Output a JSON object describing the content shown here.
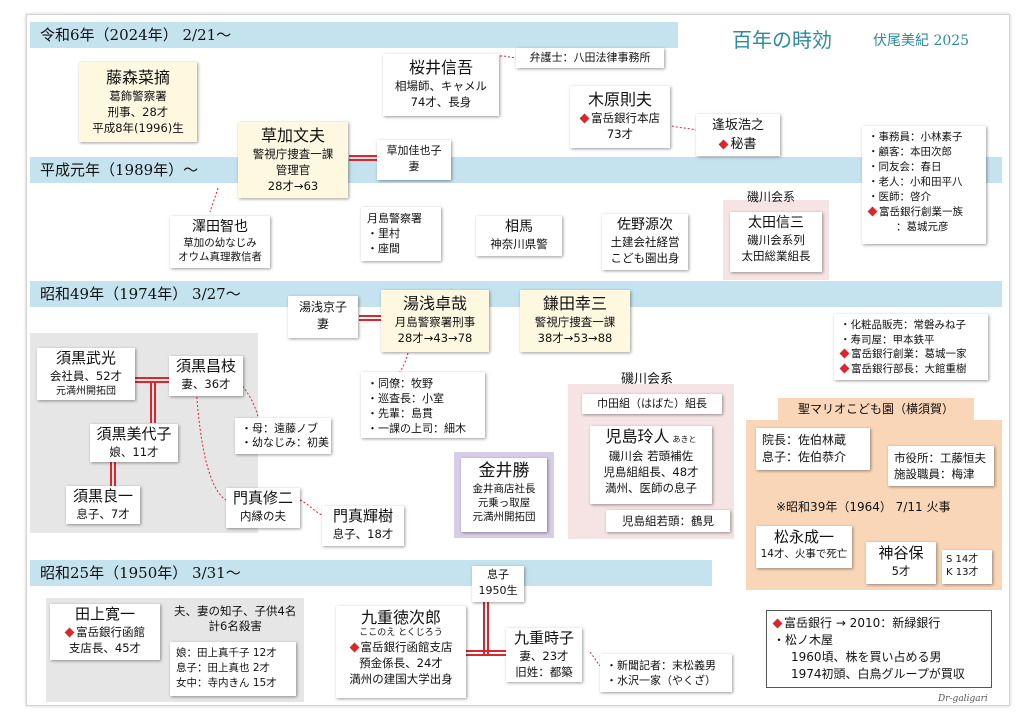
{
  "header": {
    "title": "百年の時効",
    "author": "伏尾美紀  2025",
    "signature": "Dr-galigari"
  },
  "eras": {
    "reiwa": "令和6年（2024年） 2/21〜",
    "heisei": "平成元年（1989年）〜",
    "showa49": "昭和49年（1974年） 3/27〜",
    "showa25": "昭和25年（1950年） 3/31〜"
  },
  "fujimori": {
    "name": "藤森菜摘",
    "l1": "葛飾警察署",
    "l2": "刑事、28才",
    "l3": "平成8年(1996)生"
  },
  "sakurai": {
    "name": "桜井信吾",
    "l1": "相場師、キャメル",
    "l2": "74才、長身"
  },
  "bengoshi": "弁護士：八田法律事務所",
  "kihara": {
    "name": "木原則夫",
    "l1": "富岳銀行本店",
    "l2": "73才"
  },
  "aisaka": {
    "name": "逢坂浩之",
    "l1": "秘書"
  },
  "kusaka": {
    "name": "草加文夫",
    "l1": "警視庁捜査一課",
    "l2": "管理官",
    "l3": "28才→63"
  },
  "kusaka_wife": {
    "l1": "草加佳也子",
    "l2": "妻"
  },
  "tsumura": {
    "name": "澤田智也",
    "l1": "草加の幼なじみ",
    "l2": "オウム真理教信者"
  },
  "tsukishima": {
    "l1": "月島警察署",
    "l2": "・里村",
    "l3": "・座間"
  },
  "aiba": {
    "name": "相馬",
    "l1": "神奈川県警"
  },
  "sano": {
    "name": "佐野源次",
    "l1": "土建会社経営",
    "l2": "こども園出身"
  },
  "isokawa1": {
    "header": "磯川会系",
    "name": "太田信三",
    "l1": "磯川会系列",
    "l2": "太田総業組長"
  },
  "office": {
    "l1": "・事務員：小林素子",
    "l2": "・顧客：本田次郎",
    "l3": "・同友会：春日",
    "l4": "・老人：小和田平八",
    "l5": "・医師：啓介",
    "l6": "富岳銀行創業一族",
    "l7": "：葛城元彦"
  },
  "yuasa_wife": {
    "l1": "湯浅京子",
    "l2": "妻"
  },
  "yuasa": {
    "name": "湯浅卓哉",
    "l1": "月島警察署刑事",
    "l2": "28才→43→78"
  },
  "kamata": {
    "name": "鎌田幸三",
    "l1": "警視庁捜査一課",
    "l2": "38才→53→88"
  },
  "colleagues": {
    "l1": "・同僚：牧野",
    "l2": "・巡査長：小室",
    "l3": "・先輩：島貫",
    "l4": "・一課の上司：細木"
  },
  "list_right": {
    "l1": "・化粧品販売：常磐みね子",
    "l2": "・寿司屋：甲本鉄平",
    "l3": "富岳銀行創業：葛城一家",
    "l4": "富岳銀行部長：大館重樹"
  },
  "suguro_takemitsu": {
    "name": "須黒武光",
    "l1": "会社員、52才",
    "l2": "元満州開拓団"
  },
  "suguro_masae": {
    "name": "須黒昌枝",
    "l1": "妻、36才"
  },
  "suguro_miyoko": {
    "name": "須黒美代子",
    "l1": "娘、11才"
  },
  "suguro_ryoichi": {
    "name": "須黒良一",
    "l1": "息子、7才"
  },
  "masae_family": {
    "l1": "・母：遠藤ノブ",
    "l2": "・幼なじみ：初美"
  },
  "monma_shuji": {
    "name": "門真修二",
    "l1": "内縁の夫"
  },
  "monma_teruki": {
    "name": "門真輝樹",
    "l1": "息子、18才"
  },
  "kanai": {
    "name": "金井勝",
    "l1": "金井商店社長",
    "l2": "元乗っ取屋",
    "l3": "元満州開拓団"
  },
  "isokawa2": {
    "header": "磯川会系",
    "sub": "巾田組（はばた）組長",
    "name": "児島玲人",
    "ruby": "あきと",
    "l1": "磯川会 若頭補佐",
    "l2": "児島組組長、48才",
    "l3": "満州、医師の息子",
    "l4": "児島組若頭：鶴見"
  },
  "maria": {
    "header": "聖マリオこども園（横須賀）",
    "director": "院長：佐伯林蔵",
    "son": "息子：佐伯恭介",
    "city": "市役所：工藤恒夫",
    "staff": "施設職員：梅津",
    "fire": "※昭和39年（1964） 7/11 火事",
    "matsunaga": "松永成一",
    "matsunaga_l1": "14才、火事で死亡",
    "kamiya": "神谷保",
    "kamiya_l1": "5才",
    "sk1": "S 14才",
    "sk2": "K 13才"
  },
  "tagami": {
    "name": "田上寛一",
    "l1": "富岳銀行函館",
    "l2": "支店長、45才"
  },
  "tagami_note": {
    "l1": "夫、妻の知子、子供4名",
    "l2": "計6名殺害"
  },
  "tagami_family": {
    "l1": "娘：田上真千子 12才",
    "l2": "息子：田上真也 2才",
    "l3": "女中：寺内きん 15才"
  },
  "kuju_son": {
    "l1": "息子",
    "l2": "1950生"
  },
  "kuju": {
    "name": "九重徳次郎",
    "ruby": "ここのえ とくじろう",
    "l1": "富岳銀行函館支店",
    "l2": "預金係長、24才",
    "l3": "満州の建国大学出身"
  },
  "kuju_wife": {
    "name": "九重時子",
    "l1": "妻、23才",
    "l2": "旧姓：都築"
  },
  "reporters": {
    "l1": "・新聞記者：末松義男",
    "l2": "・水沢一家（やくざ）"
  },
  "notes": {
    "l1": "富岳銀行 → 2010：新緑銀行",
    "l2": "・松ノ木屋",
    "l3": "1960頃、株を買い占める男",
    "l4": "1974初頭、白鳥グループが買収"
  }
}
